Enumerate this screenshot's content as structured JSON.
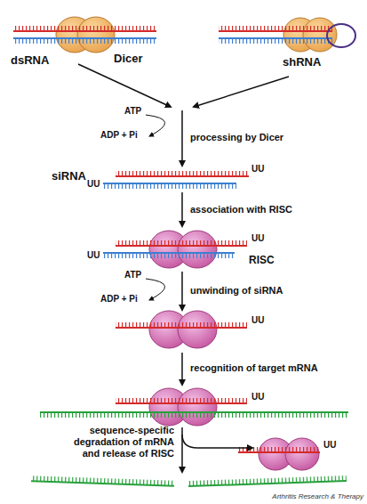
{
  "diagram": {
    "labels": [
      "dsRNA",
      "Dicer",
      "shRNA",
      "ATP",
      "ADP + Pi",
      "processing by Dicer",
      "siRNA",
      "UU",
      "UU",
      "association with RISC",
      "UU",
      "RISC",
      "UU",
      "ATP",
      "ADP + Pi",
      "unwinding of siRNA",
      "UU",
      "recognition of target mRNA",
      "UU",
      "sequence-specific degradation of mRNA and release of RISC",
      "UU",
      "Arthritis Research & Therapy"
    ]
  }
}
